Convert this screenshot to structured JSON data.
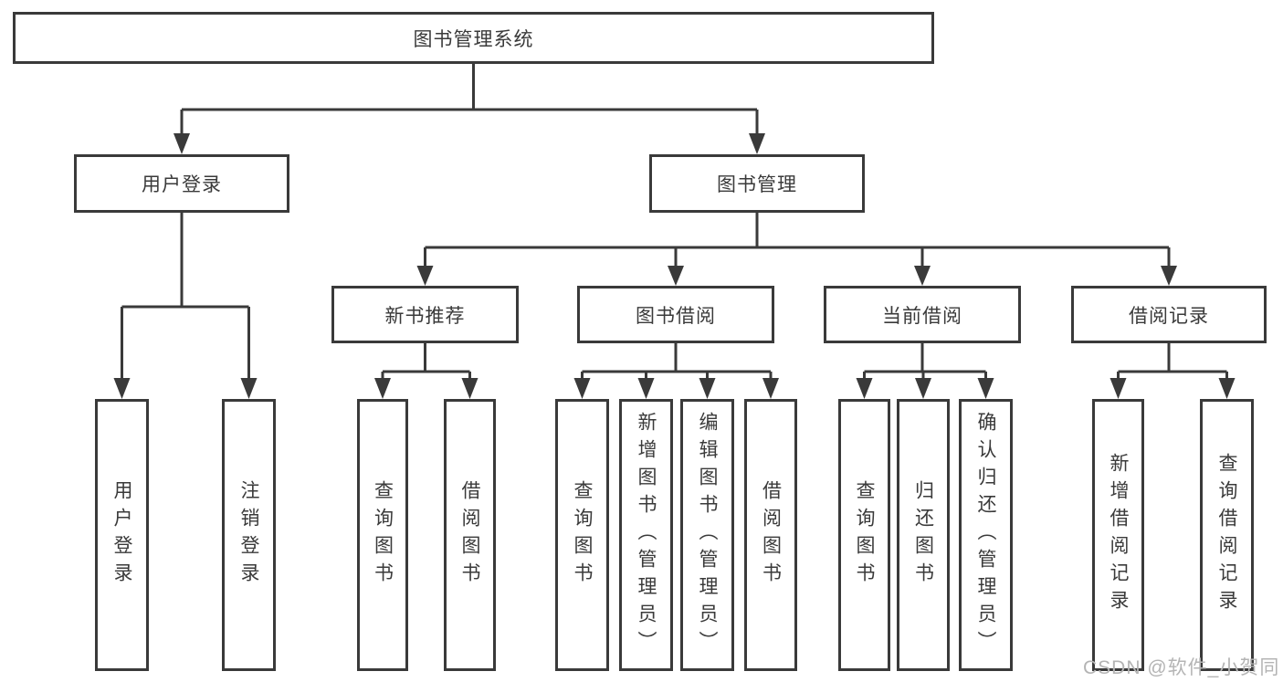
{
  "diagram": {
    "root": "图书管理系统",
    "level2": {
      "user_login": "用户登录",
      "book_manage": "图书管理"
    },
    "level3": {
      "recommend": "新书推荐",
      "borrow": "图书借阅",
      "current": "当前借阅",
      "records": "借阅记录"
    },
    "leaves": {
      "login": [
        "用户登录",
        "注销登录"
      ],
      "recommend": [
        "查询图书",
        "借阅图书"
      ],
      "borrow": [
        "查询图书",
        "新增图书（管理员）",
        "编辑图书（管理员）",
        "借阅图书"
      ],
      "current": [
        "查询图书",
        "归还图书",
        "确认归还（管理员）"
      ],
      "records": [
        "新增借阅记录",
        "查询借阅记录"
      ]
    }
  },
  "watermark": "CSDN @软件_小贺同学",
  "colors": {
    "line": "#3a3a3a",
    "text": "#3a3a3a",
    "box_background": "#ffffff",
    "watermark": "#b4b4b4"
  }
}
